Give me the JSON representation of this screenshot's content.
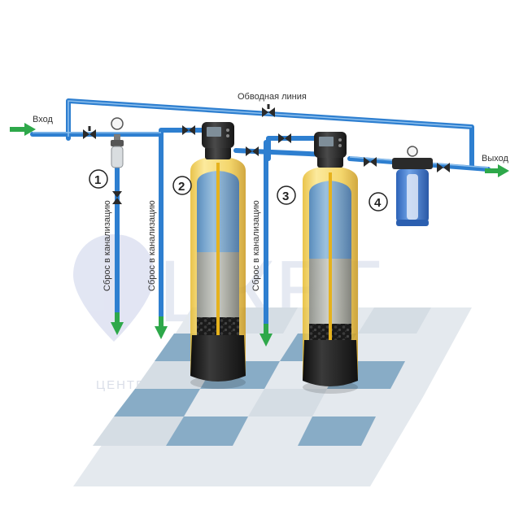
{
  "labels": {
    "inlet": "Вход",
    "outlet": "Выход",
    "bypass": "Обводная линия",
    "drain": "Сброс в канализацию"
  },
  "stages": [
    "1",
    "2",
    "3",
    "4"
  ],
  "watermark": {
    "brand": "ЦКВТ",
    "tagline": "ЦЕНТР КАЧЕСТВЕННЫХ ТЕХНОЛОГИЙ"
  },
  "colors": {
    "pipe": "#2e7fd0",
    "pipe_highlight": "#7fb7ea",
    "arrow": "#2ea84a",
    "tank_shell": "#f0cf58",
    "tank_base": "#1f1f1f",
    "water": "#4f8fd6",
    "floor_dark": "#7fa4bf",
    "floor_light": "#d5dde4"
  }
}
